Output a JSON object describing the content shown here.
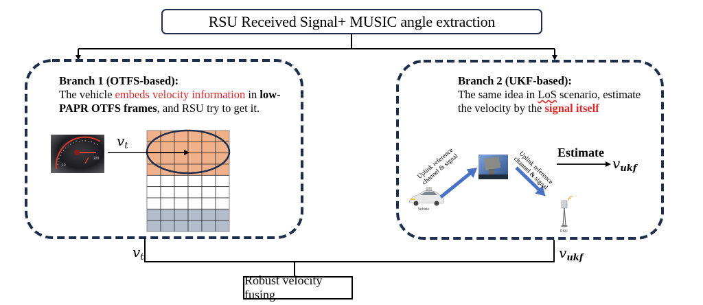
{
  "top_box": {
    "label": "RSU Received Signal+ MUSIC angle extraction"
  },
  "branch1": {
    "title": "Branch 1 (OTFS-based):",
    "line1_pre": "The vehicle ",
    "line1_highlight": "embeds velocity information",
    "line1_mid": " in ",
    "line1_bold": "low-",
    "line2_bold": "PAPR OTFS frames",
    "line2_post": ", and RSU try to get it.",
    "velocity_label": {
      "base": "v",
      "sub": "t"
    },
    "speedometer_icon": "speedometer-image",
    "grid": {
      "columns": 6,
      "rows": [
        "orange",
        "orange",
        "orange",
        "orange",
        "white",
        "white",
        "white",
        "gray",
        "gray"
      ],
      "colors": {
        "orange": "#f0b18a",
        "white": "#ffffff",
        "gray": "#b2bccb"
      }
    }
  },
  "branch2": {
    "title": "Branch 2 (UKF-based):",
    "line1": "The same idea in LoS scenario, estimate",
    "line1_pre": "The same idea in ",
    "line1_underlined": "LoS",
    "line1_post": " scenario, estimate",
    "line2_pre": "the velocity by the ",
    "line2_highlight": "signal itself",
    "uplink_label_1": [
      "Uplink reference",
      "channel & signal"
    ],
    "uplink_label_2": [
      "Uplink reference",
      "channel & signal"
    ],
    "vehicle_caption": "Vehicle",
    "rsu_caption": "RSU",
    "estimate_label": "Estimate",
    "velocity_label": {
      "base": "v",
      "sub": "ukf"
    }
  },
  "outputs": {
    "left": {
      "base": "v",
      "sub": "t"
    },
    "right": {
      "base": "v",
      "sub": "ukf"
    }
  },
  "bottom_box": {
    "label": "Robust velocity fusing"
  },
  "colors": {
    "navy": "#1f2d4d",
    "highlight_red": "#e0282a",
    "arrow_blue": "#4a72c4"
  }
}
